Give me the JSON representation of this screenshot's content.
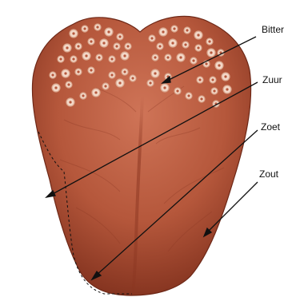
{
  "labels": {
    "bitter": "Bitter",
    "zuur": "Zuur",
    "zoet": "Zoet",
    "zout": "Zout"
  },
  "colors": {
    "tongue_light": "#c96a4f",
    "tongue_mid": "#b04e33",
    "tongue_dark": "#7e2f1c",
    "papilla_fill": "#f3d8c8",
    "papilla_ring": "#d9a58c",
    "line": "#111111"
  }
}
